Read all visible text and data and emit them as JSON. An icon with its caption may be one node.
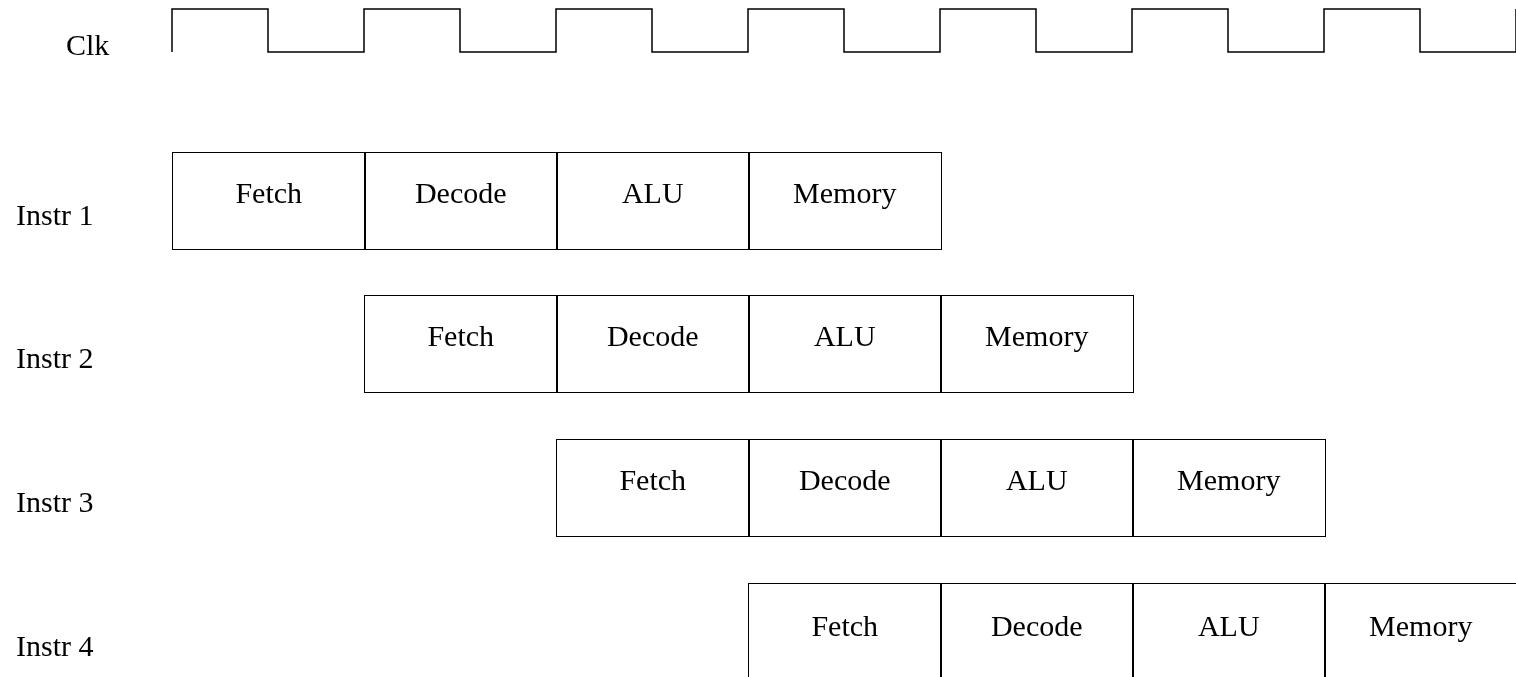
{
  "diagram": {
    "nodes": [
      {
        "text": [
          "Fetch"
        ]
      },
      {
        "text": [
          "Decode"
        ]
      },
      {
        "text": [
          "ALU"
        ]
      },
      {
        "text": [
          "Memory"
        ]
      },
      {
        "text": [
          "Fetch"
        ]
      },
      {
        "text": [
          "Decode"
        ]
      },
      {
        "text": [
          "ALU"
        ]
      },
      {
        "text": [
          "Memory"
        ]
      },
      {
        "text": [
          "Fetch"
        ]
      },
      {
        "text": [
          "Decode"
        ]
      },
      {
        "text": [
          "ALU"
        ]
      },
      {
        "text": [
          "Memory"
        ]
      },
      {
        "text": [
          "Fetch"
        ]
      },
      {
        "text": [
          "Decode"
        ]
      },
      {
        "text": [
          "ALU"
        ]
      },
      {
        "text": [
          "Memory"
        ]
      }
    ],
    "labels": [
      "Clk",
      "Instr 1",
      "Instr 2",
      "Instr 3",
      "Instr 4"
    ]
  }
}
